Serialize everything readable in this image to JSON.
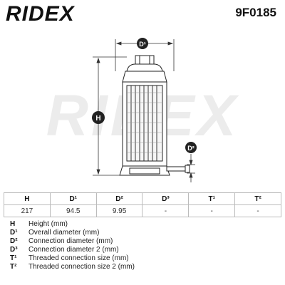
{
  "header": {
    "brand": "RIDEX",
    "part_number": "9F0185"
  },
  "drawing": {
    "watermark": "RIDEX",
    "dimension_labels": {
      "d1": "D¹",
      "h": "H",
      "d2": "D²"
    }
  },
  "spec_table": {
    "headers": [
      "H",
      "D¹",
      "D²",
      "D³",
      "T¹",
      "T²"
    ],
    "values": [
      "217",
      "94.5",
      "9.95",
      "-",
      "-",
      "-"
    ]
  },
  "legend": [
    {
      "key": "H",
      "desc": "Height (mm)"
    },
    {
      "key": "D¹",
      "desc": "Overall diameter (mm)"
    },
    {
      "key": "D²",
      "desc": "Connection diameter (mm)"
    },
    {
      "key": "D³",
      "desc": "Connection diameter 2 (mm)"
    },
    {
      "key": "T¹",
      "desc": "Threaded connection size (mm)"
    },
    {
      "key": "T²",
      "desc": "Threaded connection size 2 (mm)"
    }
  ],
  "colors": {
    "brand": "#111111",
    "watermark": "#ececec",
    "badge": "#222222"
  }
}
